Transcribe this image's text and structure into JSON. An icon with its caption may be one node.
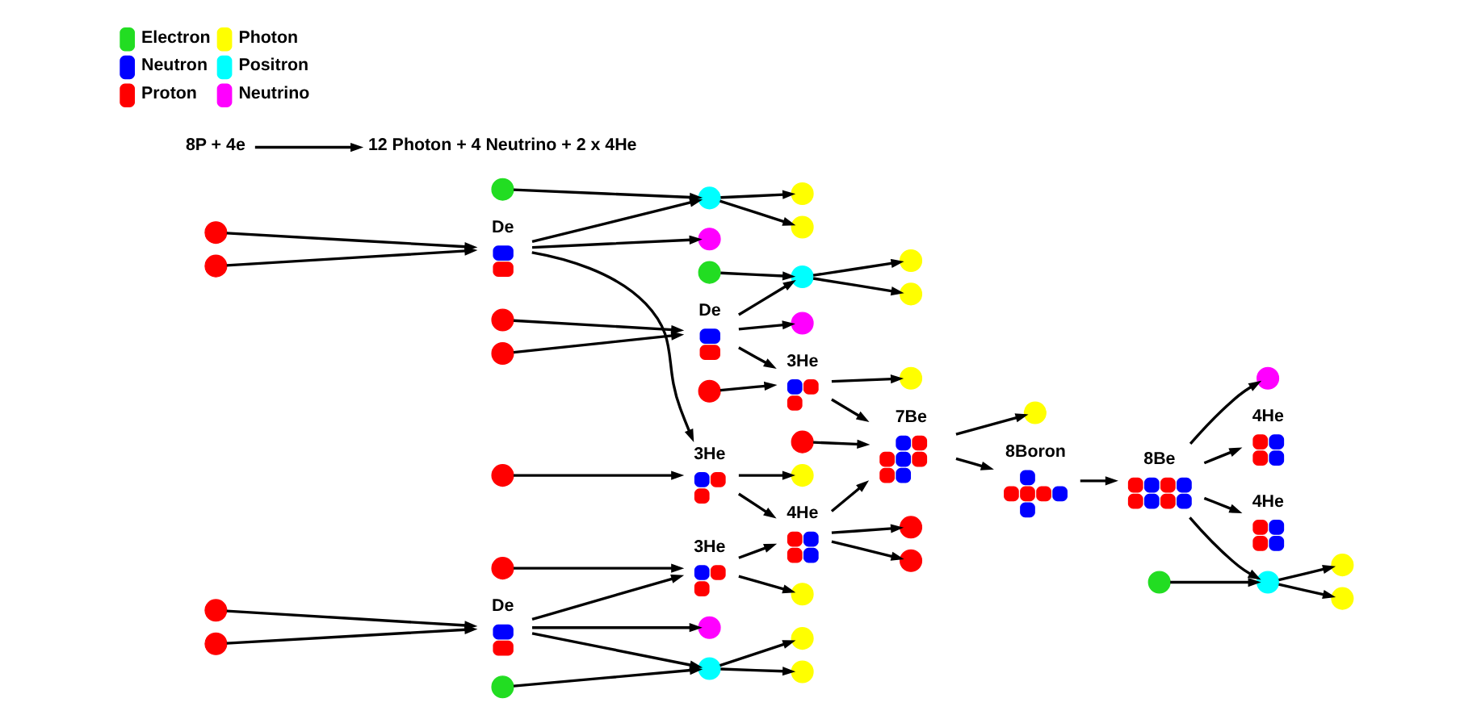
{
  "diagram": {
    "nodes": [
      {
        "text": [],
        "shape": "circle"
      },
      {
        "text": [],
        "shape": "circle"
      },
      {
        "text": [
          "De"
        ]
      },
      {
        "text": [],
        "shape": "circle"
      },
      {
        "text": [],
        "shape": "circle"
      },
      {
        "text": [],
        "shape": "circle"
      },
      {
        "text": [],
        "shape": "circle"
      },
      {
        "text": [],
        "shape": "circle"
      },
      {
        "text": [],
        "shape": "circle"
      },
      {
        "text": [
          "3He"
        ]
      },
      {
        "text": [],
        "shape": "circle"
      },
      {
        "text": [],
        "shape": "circle"
      },
      {
        "text": [],
        "shape": "circle"
      },
      {
        "text": [
          "De"
        ]
      },
      {
        "text": [],
        "shape": "circle"
      },
      {
        "text": [],
        "shape": "circle"
      },
      {
        "text": [],
        "shape": "circle"
      },
      {
        "text": [],
        "shape": "circle"
      },
      {
        "text": [],
        "shape": "circle"
      },
      {
        "text": [],
        "shape": "circle"
      },
      {
        "text": [
          "3He"
        ]
      },
      {
        "text": [],
        "shape": "circle"
      },
      {
        "text": [],
        "shape": "circle"
      },
      {
        "text": [],
        "shape": "circle"
      },
      {
        "text": [
          "De"
        ]
      },
      {
        "text": [],
        "shape": "circle"
      },
      {
        "text": [],
        "shape": "circle"
      },
      {
        "text": [],
        "shape": "circle"
      },
      {
        "text": [],
        "shape": "circle"
      },
      {
        "text": [],
        "shape": "circle"
      },
      {
        "text": [],
        "shape": "circle"
      },
      {
        "text": [
          "3He"
        ]
      },
      {
        "text": [],
        "shape": "circle"
      },
      {
        "text": [
          "4He"
        ]
      },
      {
        "text": [],
        "shape": "circle"
      },
      {
        "text": [],
        "shape": "circle"
      },
      {
        "text": [
          "7Be"
        ]
      },
      {
        "text": [],
        "shape": "circle"
      },
      {
        "text": [],
        "shape": "circle"
      },
      {
        "text": [
          "8Boron"
        ]
      },
      {
        "text": [
          "8Be"
        ]
      },
      {
        "text": [],
        "shape": "circle"
      },
      {
        "text": [
          "4He"
        ]
      },
      {
        "text": [
          "4He"
        ]
      },
      {
        "text": [],
        "shape": "circle"
      },
      {
        "text": [],
        "shape": "circle"
      },
      {
        "text": [],
        "shape": "circle"
      },
      {
        "text": [],
        "shape": "circle"
      },
      {
        "text": [
          "8P + 4e"
        ]
      },
      {
        "text": [
          "12 Photon + 4 Neutrino + 2 x 4He"
        ]
      }
    ],
    "edges": [
      {
        "from": 0,
        "to": 2,
        "arrow": "to"
      },
      {
        "from": 1,
        "to": 2,
        "arrow": "to"
      },
      {
        "from": 2,
        "to": 3,
        "arrow": "to"
      },
      {
        "from": 2,
        "to": 4,
        "arrow": "to"
      },
      {
        "from": 4,
        "to": 5,
        "arrow": "to"
      },
      {
        "from": 4,
        "to": 6,
        "arrow": "to"
      },
      {
        "from": 7,
        "to": 4,
        "arrow": "to"
      },
      {
        "from": 2,
        "to": 9,
        "arrow": "to"
      },
      {
        "from": 8,
        "to": 9,
        "arrow": "to"
      },
      {
        "from": 9,
        "to": 10,
        "arrow": "to"
      },
      {
        "from": 9,
        "to": 33,
        "arrow": "to"
      },
      {
        "from": 11,
        "to": 13,
        "arrow": "to"
      },
      {
        "from": 12,
        "to": 13,
        "arrow": "to"
      },
      {
        "from": 13,
        "to": 14,
        "arrow": "to"
      },
      {
        "from": 13,
        "to": 15,
        "arrow": "to"
      },
      {
        "from": 15,
        "to": 16,
        "arrow": "to"
      },
      {
        "from": 15,
        "to": 17,
        "arrow": "to"
      },
      {
        "from": 18,
        "to": 15,
        "arrow": "to"
      },
      {
        "from": 13,
        "to": 20,
        "arrow": "to"
      },
      {
        "from": 19,
        "to": 20,
        "arrow": "to"
      },
      {
        "from": 20,
        "to": 21,
        "arrow": "to"
      },
      {
        "from": 20,
        "to": 33,
        "arrow": "to"
      },
      {
        "from": 22,
        "to": 24,
        "arrow": "to"
      },
      {
        "from": 23,
        "to": 24,
        "arrow": "to"
      },
      {
        "from": 24,
        "to": 25,
        "arrow": "to"
      },
      {
        "from": 24,
        "to": 26,
        "arrow": "to"
      },
      {
        "from": 26,
        "to": 27,
        "arrow": "to"
      },
      {
        "from": 26,
        "to": 28,
        "arrow": "to"
      },
      {
        "from": 29,
        "to": 26,
        "arrow": "to"
      },
      {
        "from": 24,
        "to": 31,
        "arrow": "to"
      },
      {
        "from": 30,
        "to": 31,
        "arrow": "to"
      },
      {
        "from": 31,
        "to": 32,
        "arrow": "to"
      },
      {
        "from": 31,
        "to": 36,
        "arrow": "to"
      },
      {
        "from": 33,
        "to": 34,
        "arrow": "to"
      },
      {
        "from": 33,
        "to": 35,
        "arrow": "to"
      },
      {
        "from": 33,
        "to": 36,
        "arrow": "to"
      },
      {
        "from": 36,
        "to": 37,
        "arrow": "to"
      },
      {
        "from": 38,
        "to": 36,
        "arrow": "to"
      },
      {
        "from": 36,
        "to": 39,
        "arrow": "to"
      },
      {
        "from": 39,
        "to": 40,
        "arrow": "to"
      },
      {
        "from": 40,
        "to": 41,
        "arrow": "to"
      },
      {
        "from": 40,
        "to": 42,
        "arrow": "to"
      },
      {
        "from": 40,
        "to": 43,
        "arrow": "to"
      },
      {
        "from": 40,
        "to": 44,
        "arrow": "to"
      },
      {
        "from": 44,
        "to": 45,
        "arrow": "to"
      },
      {
        "from": 44,
        "to": 46,
        "arrow": "to"
      },
      {
        "from": 47,
        "to": 44,
        "arrow": "to"
      },
      {
        "from": 48,
        "to": 49,
        "arrow": "to"
      }
    ],
    "legend": [
      {
        "text": "Electron",
        "color": "#22dd22"
      },
      {
        "text": "Photon",
        "color": "#ffff00"
      },
      {
        "text": "Neutron",
        "color": "#0000ff"
      },
      {
        "text": "Positron",
        "color": "#00ffff"
      },
      {
        "text": "Proton",
        "color": "#ff0000"
      },
      {
        "text": "Neutrino",
        "color": "#ff00ff"
      }
    ]
  }
}
